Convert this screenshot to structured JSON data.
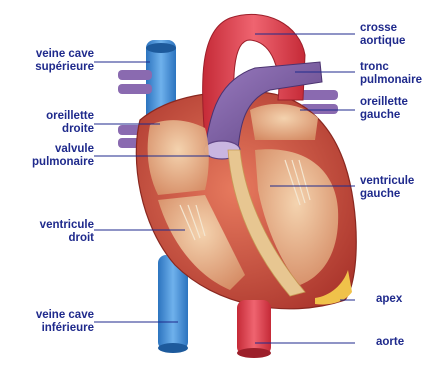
{
  "diagram": {
    "labels": {
      "veine_cave_superieure": [
        "veine cave",
        "supérieure"
      ],
      "oreillette_droite": [
        "oreillette",
        "droite"
      ],
      "valvule_pulmonaire": [
        "valvule",
        "pulmonaire"
      ],
      "ventricule_droit": [
        "ventricule",
        "droit"
      ],
      "veine_cave_inferieure": [
        "veine cave",
        "inférieure"
      ],
      "crosse_aortique": [
        "crosse",
        "aortique"
      ],
      "tronc_pulmonaire": [
        "tronc",
        "pulmonaire"
      ],
      "oreillette_gauche": [
        "oreillette",
        "gauche"
      ],
      "ventricule_gauche": [
        "ventricule",
        "gauche"
      ],
      "apex": [
        "apex"
      ],
      "aorte": [
        "aorte"
      ]
    },
    "colors": {
      "label_text": "#1f2a8c",
      "leader_line": "#1f2a8c",
      "heart_muscle": "#c94a3a",
      "aorta": "#e0404a",
      "pulmonary_trunk": "#7a5aa0",
      "vena_cava": "#3f8fd6",
      "septum": "#e7c691",
      "chamber_interior": "#e0a27a"
    }
  }
}
